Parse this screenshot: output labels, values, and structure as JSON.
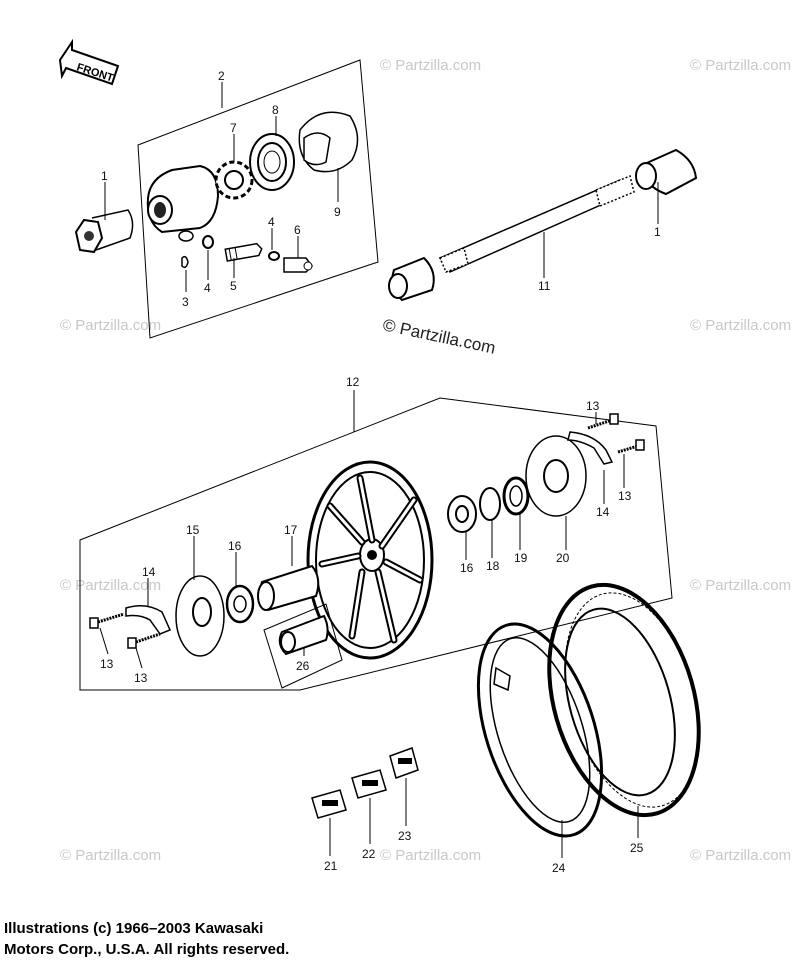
{
  "front_arrow": "FRONT",
  "part_labels": [
    "1",
    "1",
    "2",
    "3",
    "4",
    "4",
    "5",
    "6",
    "7",
    "8",
    "9",
    "11",
    "12",
    "13",
    "13",
    "13",
    "13",
    "14",
    "14",
    "15",
    "16",
    "16",
    "17",
    "18",
    "19",
    "20",
    "21",
    "22",
    "23",
    "24",
    "25",
    "26"
  ],
  "watermark": "© Partzilla.com",
  "copyright": {
    "line1": "Illustrations (c) 1966–2003 Kawasaki",
    "line2": "Motors Corp., U.S.A.  All rights reserved."
  }
}
